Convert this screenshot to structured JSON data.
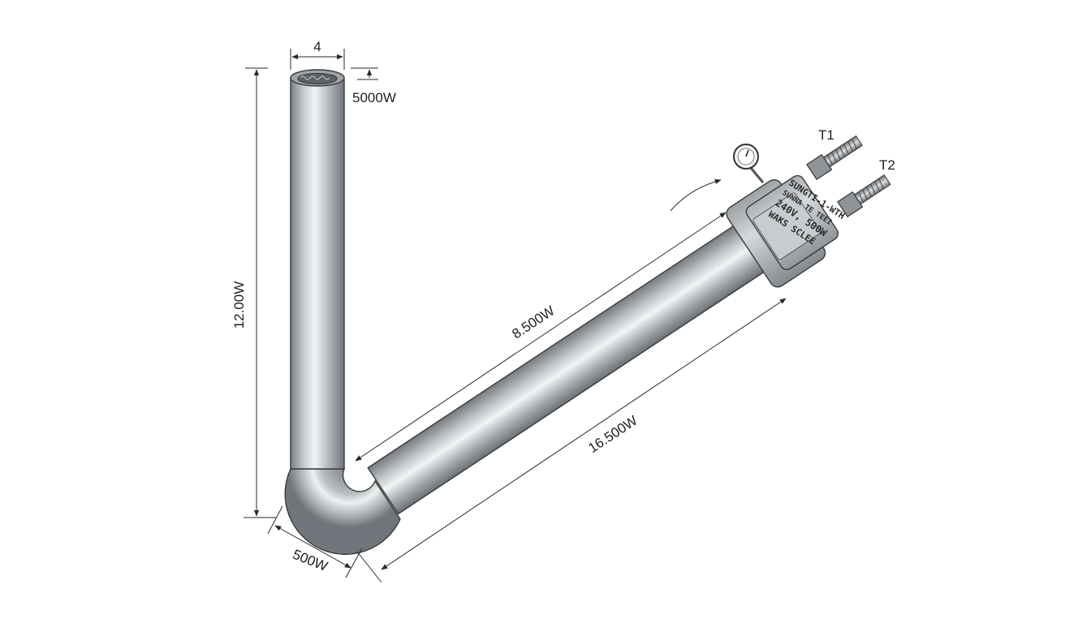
{
  "dimensions": {
    "top_diameter": "4",
    "wall_thickness": "5000W",
    "vertical_length": "12.00W",
    "inner_diagonal": "8.500W",
    "outer_diagonal": "16.500W",
    "bend_width": "500W"
  },
  "terminals": {
    "t1": "T1",
    "t2": "T2"
  },
  "nameplate": {
    "line1": "SUNGTI-1-WTH",
    "line2": "SUNNA TE TEEI",
    "line3": "240V, 500W",
    "line4": "WAKS SCLEE"
  },
  "colors": {
    "tube_dark": "#7d8388",
    "tube_light": "#f2f4f5",
    "housing": "#9aa0a4",
    "line": "#2a2a2a"
  }
}
